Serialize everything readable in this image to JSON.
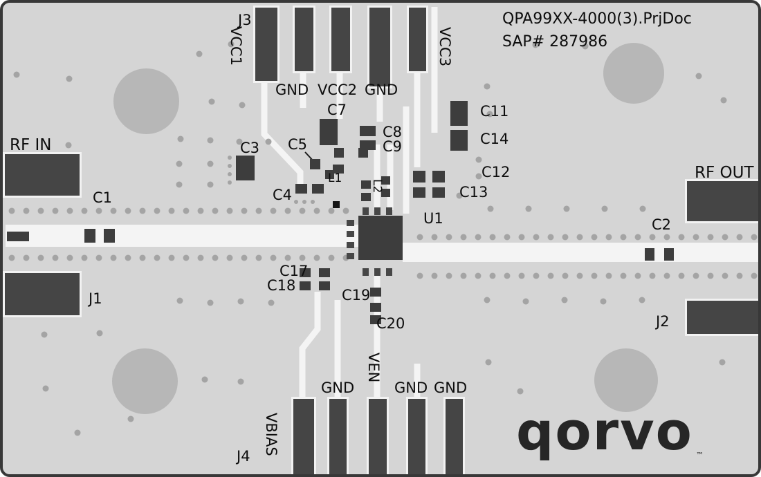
{
  "titleblock": {
    "project": "QPA99XX-4000(3).PrjDoc",
    "sap": "SAP# 287986"
  },
  "brand": {
    "logo": "qorvo",
    "tm": "™"
  },
  "ports": {
    "rf_in": "RF IN",
    "rf_out": "RF OUT"
  },
  "connectors": {
    "j1": "J1",
    "j2": "J2",
    "j3": "J3",
    "j4": "J4"
  },
  "power": {
    "vcc1": "VCC1",
    "vcc2": "VCC2",
    "vcc3": "VCC3",
    "gnd_top_left": "GND",
    "gnd_top_right": "GND",
    "vbias": "VBIAS",
    "ven": "VEN",
    "gnd_bottom_1": "GND",
    "gnd_bottom_2": "GND",
    "gnd_bottom_3": "GND"
  },
  "components": {
    "c1": "C1",
    "c2": "C2",
    "c3": "C3",
    "c4": "C4",
    "c5": "C5",
    "c7": "C7",
    "c8": "C8",
    "c9": "C9",
    "c11": "C11",
    "c12": "C12",
    "c13": "C13",
    "c14": "C14",
    "c17": "C17",
    "c18": "C18",
    "c19": "C19",
    "c20": "C20",
    "l1": "L1",
    "l2": "L2",
    "u1": "U1"
  },
  "colors": {
    "board": "#d5d5d5",
    "pad": "#454545",
    "trace": "#f4f4f4",
    "via": "#a4a4a4",
    "silkscreen": "#0d0d0d",
    "hole": "#b7b7b7"
  }
}
